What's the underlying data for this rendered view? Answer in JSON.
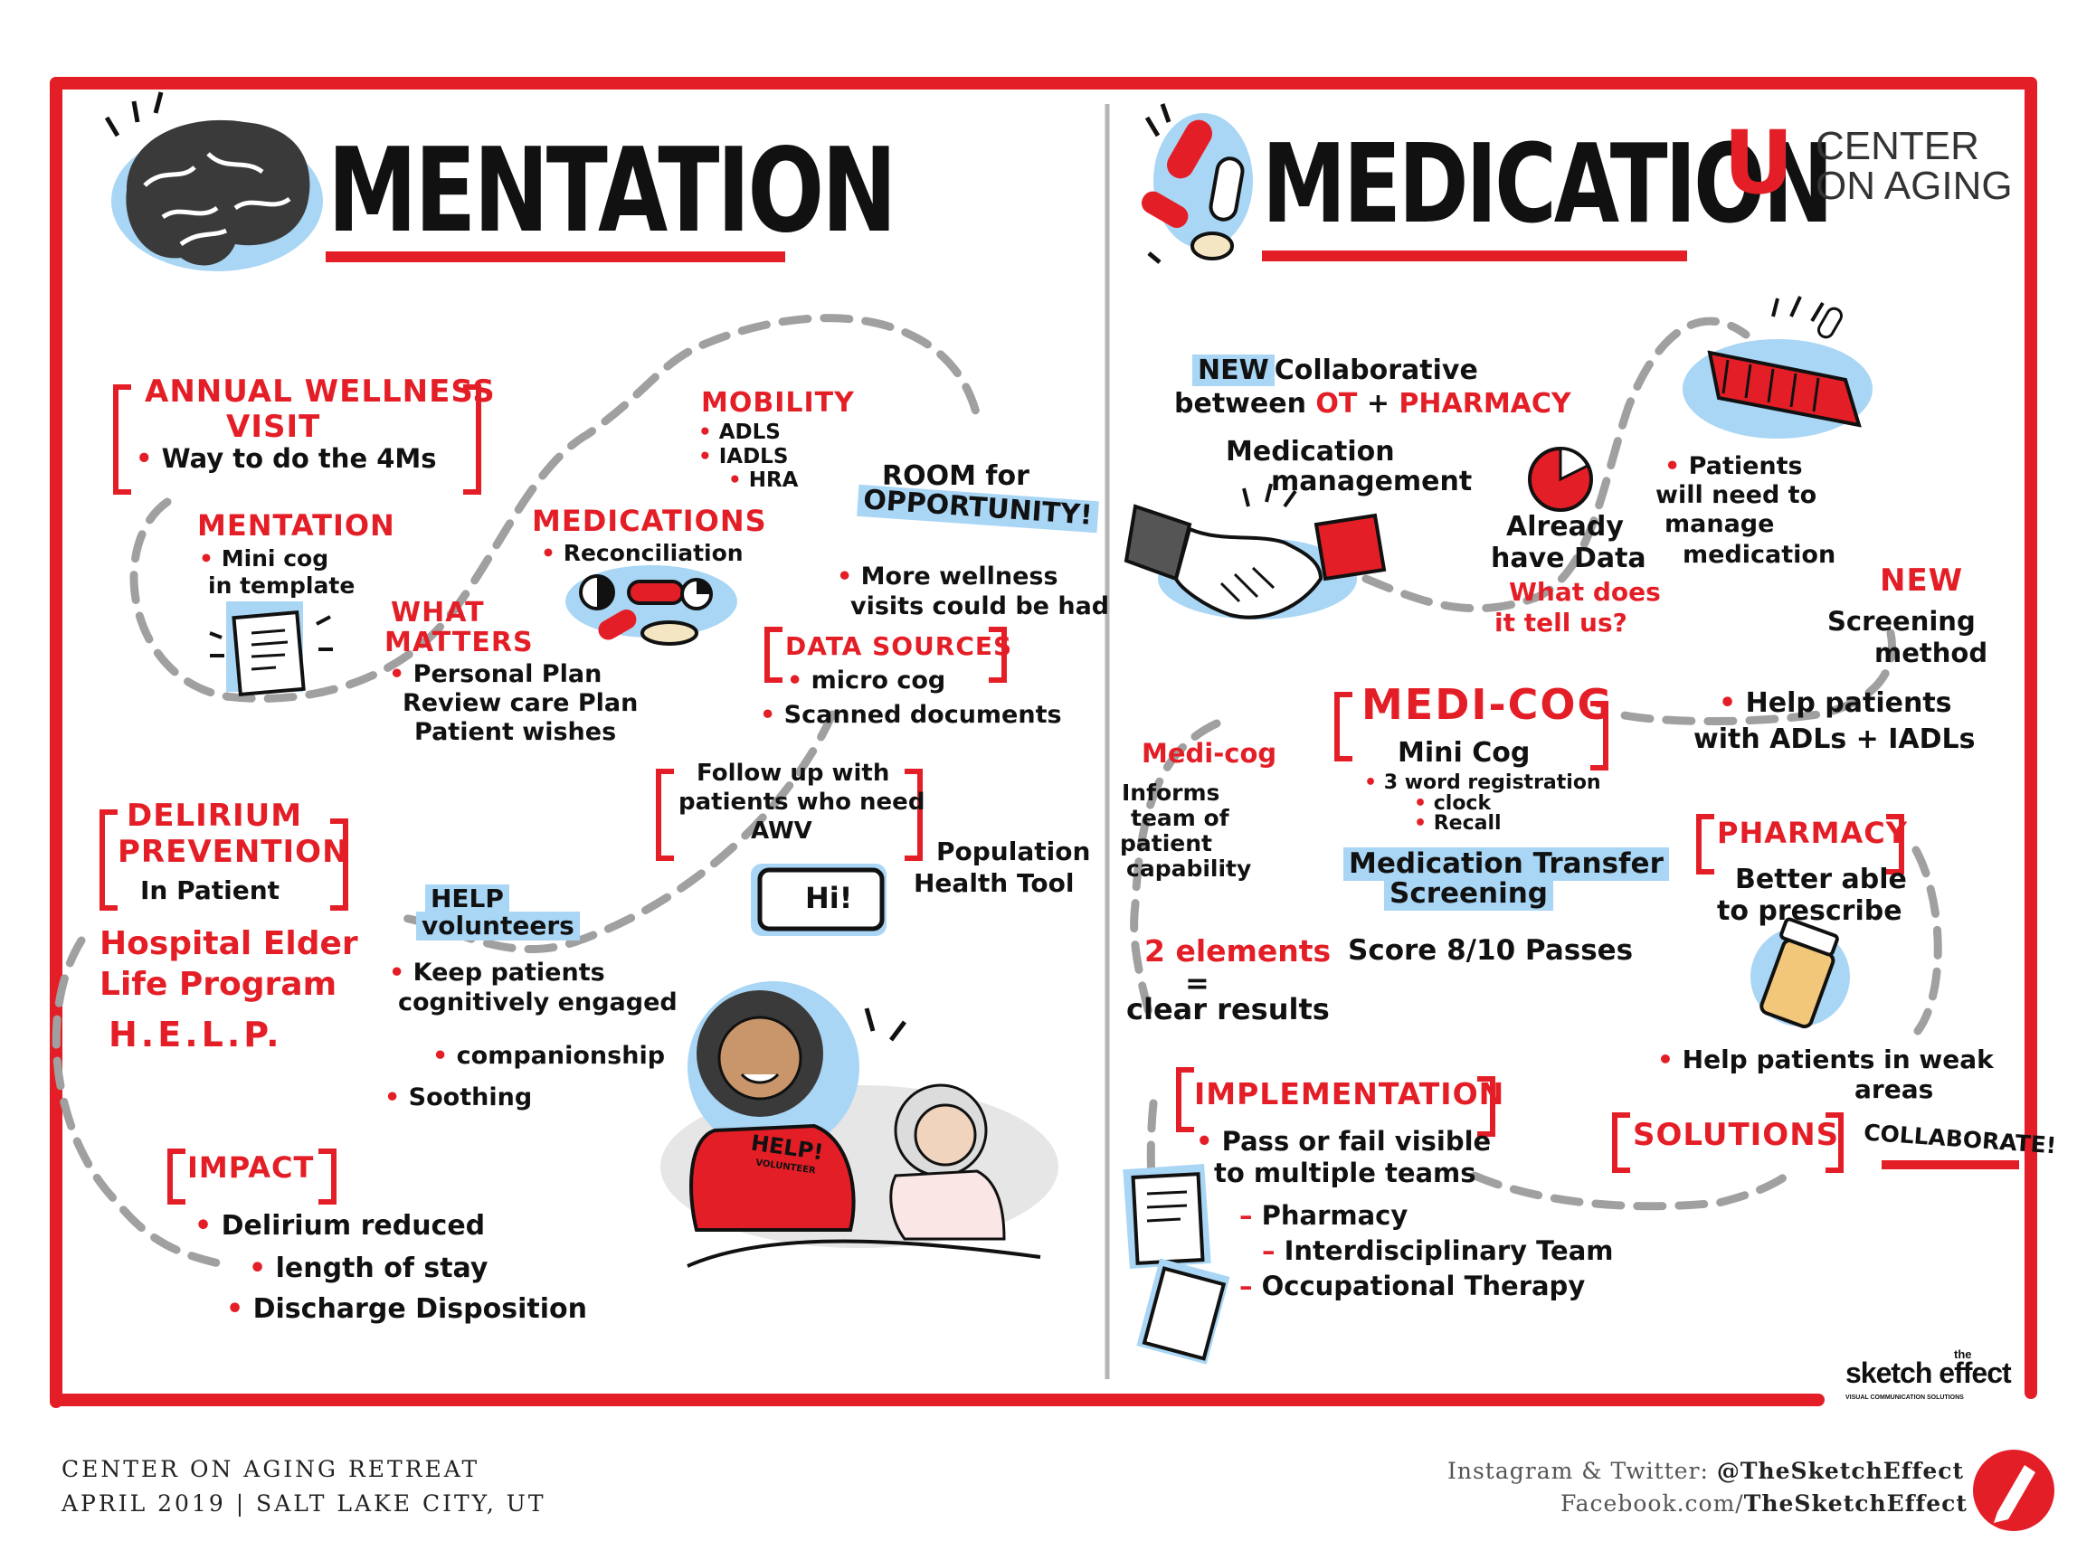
{
  "left": {
    "title": "MENTATION",
    "awv": {
      "title_line1": "ANNUAL WELLNESS",
      "title_line2": "VISIT",
      "bullet": "Way to do the 4Ms"
    },
    "mentation": {
      "title": "MENTATION",
      "line1": "Mini cog",
      "line2": "in template"
    },
    "what_matters": {
      "line1": "WHAT",
      "line2": "MATTERS",
      "b1": "Personal Plan",
      "b2": "Review care Plan",
      "b3": "Patient wishes"
    },
    "mobility": {
      "title": "MOBILITY",
      "items": [
        "ADLS",
        "IADLS",
        "HRA"
      ]
    },
    "medications": {
      "title": "MEDICATIONS",
      "b1": "Reconciliation"
    },
    "room": {
      "line1": "ROOM for",
      "line2": "OPPORTUNITY!",
      "b1": "More wellness",
      "b2": "visits could be had"
    },
    "data_sources": {
      "title": "DATA SOURCES",
      "b1": "micro cog",
      "b2": "Scanned documents"
    },
    "follow_up": {
      "line1": "Follow up with",
      "line2": "patients who need",
      "line3": "AWV"
    },
    "hi": "Hi!",
    "population": {
      "line1": "Population",
      "line2": "Health Tool"
    },
    "delirium": {
      "line1": "DELIRIUM",
      "line2": "PREVENTION",
      "line3": "In Patient"
    },
    "help_program": {
      "line1": "Hospital Elder",
      "line2": "Life Program",
      "line3": "H.E.L.P."
    },
    "help_vol": {
      "line1": "HELP",
      "line2": "volunteers",
      "b1": "Keep patients",
      "b1b": "cognitively engaged",
      "b2": "companionship",
      "b3": "Soothing"
    },
    "impact": {
      "title": "IMPACT",
      "b1": "Delirium reduced",
      "b2": "length of stay",
      "b3": "Discharge Disposition"
    },
    "shirt": {
      "line1": "HELP!",
      "line2": "VOLUNTEER"
    }
  },
  "right": {
    "title": "MEDICATION",
    "logo": {
      "mark": "U",
      "line1": "CENTER",
      "line2": "ON AGING"
    },
    "new_collab": {
      "new": "NEW",
      "line1": "Collaborative",
      "line2a": "between",
      "ot": "OT",
      "plus": "+",
      "pharmacy": "PHARMACY"
    },
    "med_mgmt": {
      "line1": "Medication",
      "line2": "management"
    },
    "already": {
      "line1": "Already",
      "line2": "have Data",
      "q1": "What does",
      "q2": "it tell us?"
    },
    "patients_manage": {
      "line1": "Patients",
      "line2": "will need to",
      "line3": "manage",
      "line4": "medication"
    },
    "new_screening": {
      "new": "NEW",
      "line1": "Screening",
      "line2": "method"
    },
    "medicog": {
      "title": "MEDI-COG",
      "mini": "Mini Cog",
      "b1": "3 word registration",
      "b2": "clock",
      "b3": "Recall",
      "transfer1": "Medication Transfer",
      "transfer2": "Screening",
      "score": "Score 8/10 Passes"
    },
    "medicog_left": {
      "title": "Medi-cog",
      "l1": "Informs",
      "l2": "team of",
      "l3": "patient",
      "l4": "capability",
      "el": "2 elements",
      "eq": "=",
      "clear": "clear results"
    },
    "help_adl": {
      "b1": "Help patients",
      "b2": "with ADLs + IADLs"
    },
    "pharmacy_box": {
      "title": "PHARMACY",
      "l1": "Better able",
      "l2": "to prescribe"
    },
    "weak": {
      "b1": "Help patients in weak",
      "b2": "areas"
    },
    "implementation": {
      "title": "IMPLEMENTATION",
      "b1": "Pass or fail visible",
      "b1b": "to multiple teams",
      "d1": "Pharmacy",
      "d2": "Interdisciplinary Team",
      "d3": "Occupational Therapy"
    },
    "solutions": "SOLUTIONS",
    "collaborate": "COLLABORATE!"
  },
  "brand": {
    "small": "the",
    "name": "sketch effect",
    "tag": "VISUAL COMMUNICATION SOLUTIONS"
  },
  "footer": {
    "left1": "CENTER ON AGING RETREAT",
    "left2": "APRIL 2019 | SALT LAKE CITY, UT",
    "right1_prefix": "Instagram & Twitter: ",
    "right1_handle": "@TheSketchEffect",
    "right2_prefix": "Facebook.com/",
    "right2_handle": "TheSketchEffect"
  },
  "colors": {
    "red": "#e41e26",
    "blue": "#a9d6f5",
    "gray": "#bdbdbd",
    "ink": "#111111"
  }
}
